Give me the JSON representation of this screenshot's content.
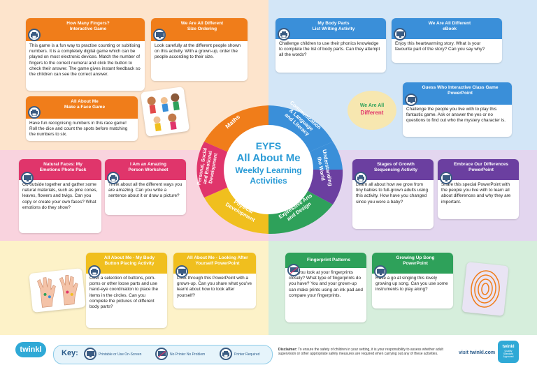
{
  "center": {
    "line1": "EYFS",
    "line2": "All About Me",
    "line3": "Weekly Learning",
    "line4": "Activities"
  },
  "segments": {
    "maths": "Maths",
    "communication": [
      "Communication",
      "& Language",
      "and Literacy"
    ],
    "world": [
      "Understanding",
      "the World"
    ],
    "arts": [
      "Expressive Arts",
      "and Design"
    ],
    "physical": [
      "Physical",
      "Development"
    ],
    "personal": [
      "Personal, Social",
      "and Emotional",
      "Development"
    ]
  },
  "cards": {
    "fingers": {
      "title": "How Many Fingers?\nInteractive Game",
      "body": "This game is a fun way to practise counting or subitising numbers. It is a completely digital game which can be played on most electronic devices. Match the number of fingers to the correct numeral and click the button to check their answer. The game gives instant feedback so the children can see the correct answer."
    },
    "ordering": {
      "title": "We Are All Different\nSize Ordering",
      "body": "Look carefully at the different people shown on this activity. With a grown-up, order the people according to their size."
    },
    "face": {
      "title": "All About Me\nMake a Face Game",
      "body": "Have fun recognising numbers in this race game! Roll the dice and count the spots before matching the numbers to six."
    },
    "bodyparts": {
      "title": "My Body Parts\nList Writing Activity",
      "body": "Challenge children to use their phonics knowledge to complete the list of body parts. Can they attempt all the words?"
    },
    "ebook": {
      "title": "We Are All Different\neBook",
      "body": "Enjoy this heartwarming story. What is your favourite part of the story? Can you say why?"
    },
    "guesswho": {
      "title": "Guess Who Interactive Class Game\nPowerPoint",
      "body": "Challenge the people you live with to play this fantastic game. Ask or answer the yes or no questions to find out who the mystery character is."
    },
    "natural": {
      "title": "Natural Faces: My\nEmotions Photo Pack",
      "body": "Go outside together and gather some natural materials, such as pine cones, leaves, flowers and twigs. Can you copy or create your own faces? What emotions do they show?"
    },
    "amazing": {
      "title": "I Am an Amazing\nPerson Worksheet",
      "body": "Think about all the different ways you are amazing. Can you write a sentence about it or draw a picture?"
    },
    "growth": {
      "title": "Stages of Growth\nSequencing Activity",
      "body": "Learn all about how we grow from tiny babies to full-grown adults using this activity. How have you changed since you were a baby?"
    },
    "differences": {
      "title": "Embrace Our Differences\nPowerPoint",
      "body": "Share this special PowerPoint with the people you live with to learn all about differences and why they are important."
    },
    "buttons": {
      "title": "All About Me - My Body\nButton Placing Activity",
      "body": "Offer a selection of buttons, pom-poms or other loose parts and use hand-eye coordination to place the items in the circles. Can you complete the pictures of different body parts?"
    },
    "looking": {
      "title": "All About Me - Looking After\nYourself PowerPoint",
      "body": "Look through this PowerPoint with a grown-up. Can you share what you've learnt about how to look after yourself?"
    },
    "fingerprint": {
      "title": "Fingerprint Patterns",
      "body": "Can you look at your fingerprints closely? What type of fingerprints do you have? You and your grown-up can make prints using an ink pad and compare your fingerprints."
    },
    "song": {
      "title": "Growing Up Song\nPowerPoint",
      "body": "Have a go at singing this lovely growing up song. Can you use some instruments to play along?"
    }
  },
  "book_cover": {
    "line1": "We Are All",
    "line2": "Different"
  },
  "footer": {
    "brand": "twinkl",
    "key_label": "Key:",
    "key1": "Printable or Use On-Screen",
    "key2": "No Printer No Problem",
    "key3": "Printer Required",
    "disclaimer_bold": "Disclaimer:",
    "disclaimer": "To ensure the safety of children in your setting, it is your responsibility to assess whether adult supervision or other appropriate safety measures are required when carrying out any of these activities.",
    "url": "visit twinkl.com",
    "badge": "twinkl",
    "badge_sub": "Quality Standard Approved"
  },
  "colors": {
    "orange": "#f07d1a",
    "blue": "#3a8fd9",
    "pink": "#e0356b",
    "purple": "#6b3fa0",
    "yellow": "#f0bf1e",
    "green": "#2ea15a"
  }
}
